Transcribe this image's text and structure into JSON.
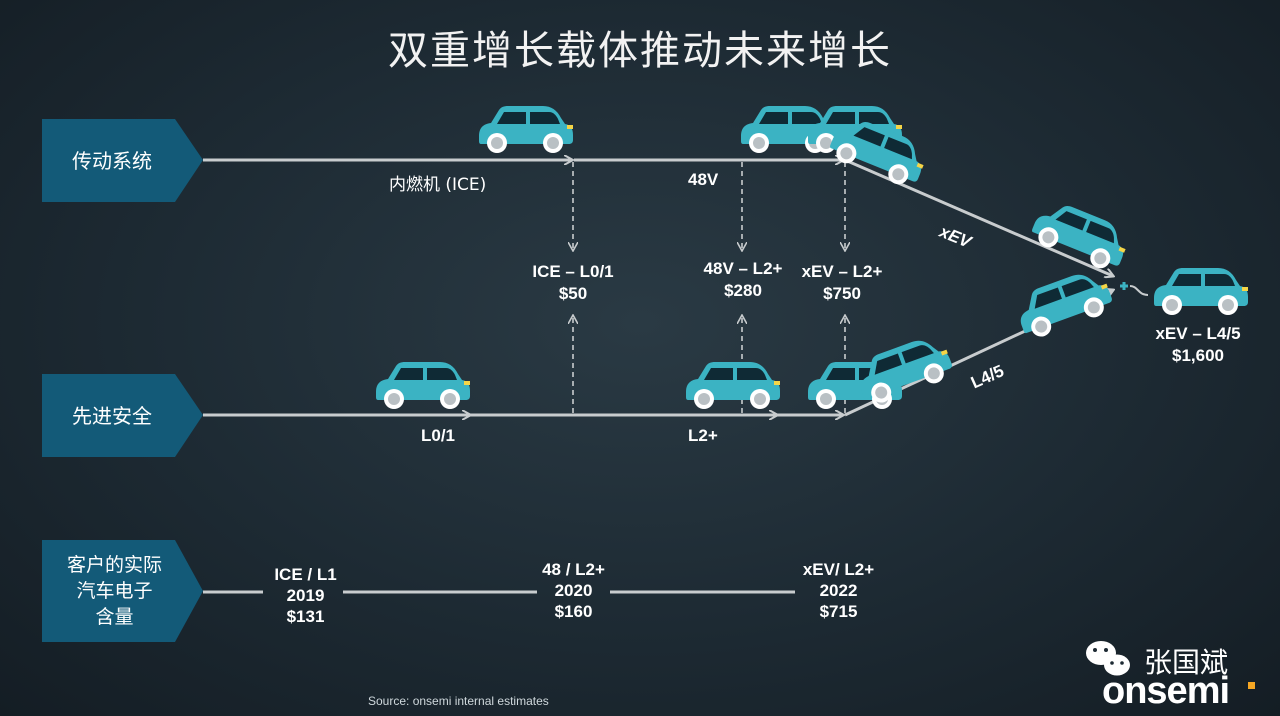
{
  "title": "双重增长载体推动未来增长",
  "rows": {
    "powertrain": "传动系统",
    "safety": "先进安全",
    "content": "客户的实际\n汽车电子\n含量"
  },
  "line_labels": {
    "ice": "内燃机 (ICE)",
    "v48": "48V",
    "xev": "xEV",
    "l01": "L0/1",
    "l2": "L2+",
    "l45": "L4/5"
  },
  "values": {
    "ice_l01": {
      "label": "ICE – L0/1",
      "amount": "$50"
    },
    "v48_l2": {
      "label": "48V – L2+",
      "amount": "$280"
    },
    "xev_l2": {
      "label": "xEV – L2+",
      "amount": "$750"
    },
    "xev_l45": {
      "label": "xEV – L4/5",
      "amount": "$1,600"
    }
  },
  "timeline": {
    "p1": "ICE / L1\n2019\n$131",
    "p2": "48 / L2+\n2020\n$160",
    "p3": "xEV/ L2+\n2022\n$715"
  },
  "source": "Source: onsemi internal estimates",
  "brand": {
    "author": "张国斌",
    "logo": "onsemi"
  },
  "colors": {
    "car_body": "#3bb3c3",
    "arrow": "#c8ccce",
    "label_box": "#135a78",
    "accent": "#f5a623"
  },
  "icons": [
    "car-icon",
    "charging-plug-icon",
    "wechat-icon"
  ]
}
